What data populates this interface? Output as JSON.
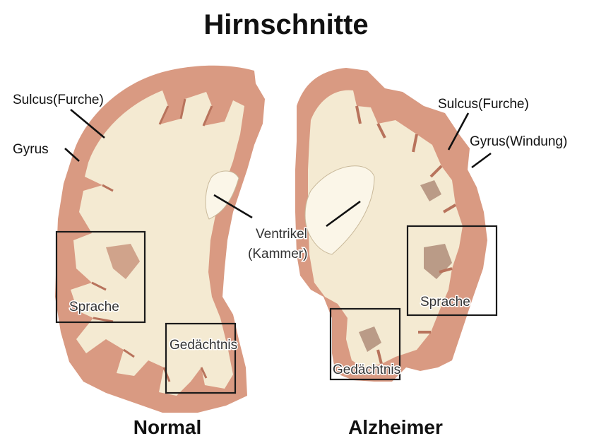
{
  "title": "Hirnschnitte",
  "captions": {
    "normal": "Normal",
    "alzheimer": "Alzheimer"
  },
  "normal_labels": {
    "sulcus": "Sulcus(Furche)",
    "gyrus": "Gyrus",
    "sprache": "Sprache",
    "gedaechtnis": "Gedächtnis"
  },
  "ventricle": {
    "line1": "Ventrikel",
    "line2": "(Kammer)"
  },
  "alz_labels": {
    "sulcus": "Sulcus(Furche)",
    "gyrus": "Gyrus(Windung)",
    "sprache": "Sprache",
    "gedaechtnis": "Gedächtnis"
  },
  "colors": {
    "cortex": "#d99a82",
    "white_matter": "#f4ead2",
    "sulcus_dark": "#b8735c",
    "atrophy": "#8a5a48",
    "box_stroke": "#1a1a1a"
  }
}
